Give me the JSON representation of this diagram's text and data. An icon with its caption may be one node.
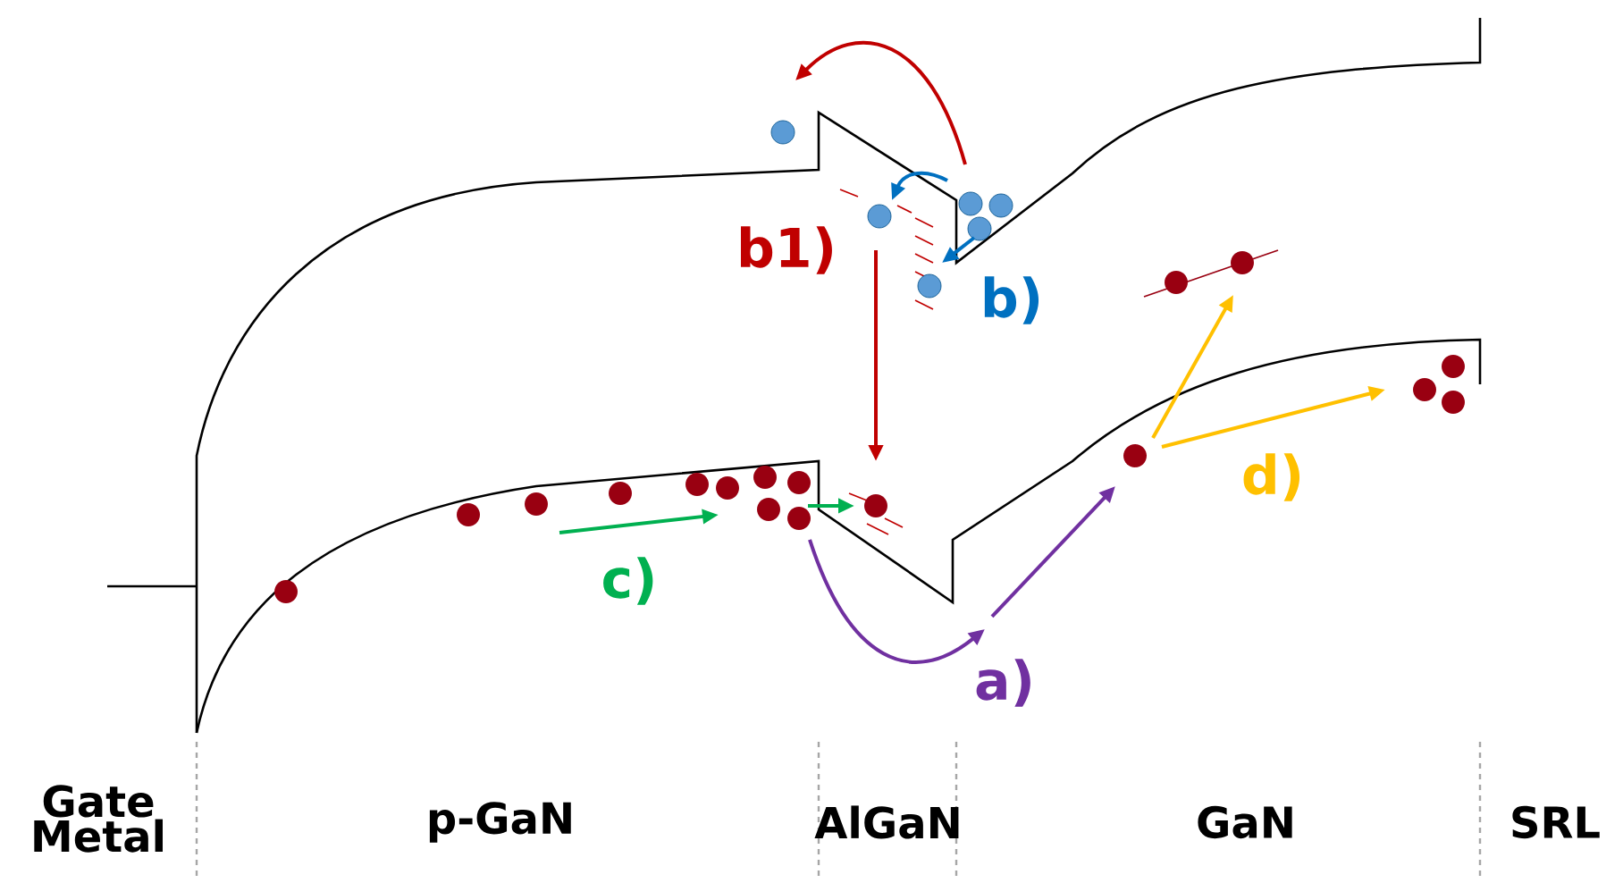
{
  "diagram": {
    "labels": [
      "b1)",
      "b)",
      "c)",
      "a)",
      "d)",
      "Gate Metal",
      "p-GaN",
      "AlGaN",
      "GaN",
      "SRL"
    ]
  }
}
